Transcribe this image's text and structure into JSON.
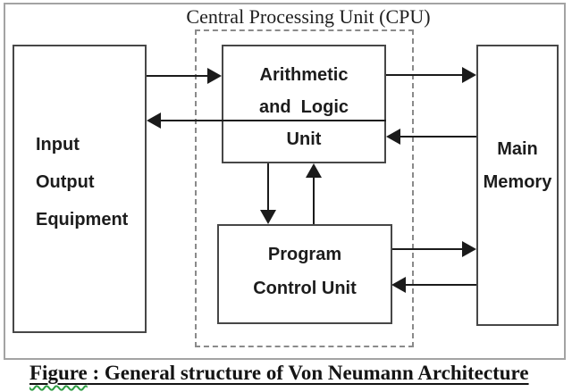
{
  "diagram": {
    "title": "Central Processing Unit (CPU)",
    "boxes": {
      "io": {
        "name": "input-output-equipment",
        "lines": [
          "Input",
          "Output",
          "Equipment"
        ]
      },
      "alu": {
        "name": "arithmetic-and-logic-unit",
        "lines": [
          "Arithmetic",
          "and  Logic",
          "Unit"
        ]
      },
      "pcu": {
        "name": "program-control-unit",
        "lines": [
          "Program",
          "Control Unit"
        ]
      },
      "memory": {
        "name": "main-memory",
        "lines": [
          "Main",
          "Memory"
        ]
      }
    },
    "connections": [
      {
        "from": "input-output-equipment",
        "to": "arithmetic-and-logic-unit"
      },
      {
        "from": "arithmetic-and-logic-unit",
        "to": "input-output-equipment"
      },
      {
        "from": "arithmetic-and-logic-unit",
        "to": "main-memory"
      },
      {
        "from": "main-memory",
        "to": "arithmetic-and-logic-unit"
      },
      {
        "from": "arithmetic-and-logic-unit",
        "to": "program-control-unit"
      },
      {
        "from": "program-control-unit",
        "to": "arithmetic-and-logic-unit"
      },
      {
        "from": "program-control-unit",
        "to": "main-memory"
      },
      {
        "from": "main-memory",
        "to": "program-control-unit"
      }
    ],
    "caption": {
      "word": "Figure",
      "rest": " : General structure of Von Neumann Architecture"
    },
    "colors": {
      "background": "#ffffff",
      "line": "#1b1b1b",
      "box_border": "#474747",
      "dashed_border": "#8a8a8a",
      "frame_border": "#a3a3a3",
      "text": "#1c1c1c",
      "squiggle": "#2f9e44"
    }
  }
}
